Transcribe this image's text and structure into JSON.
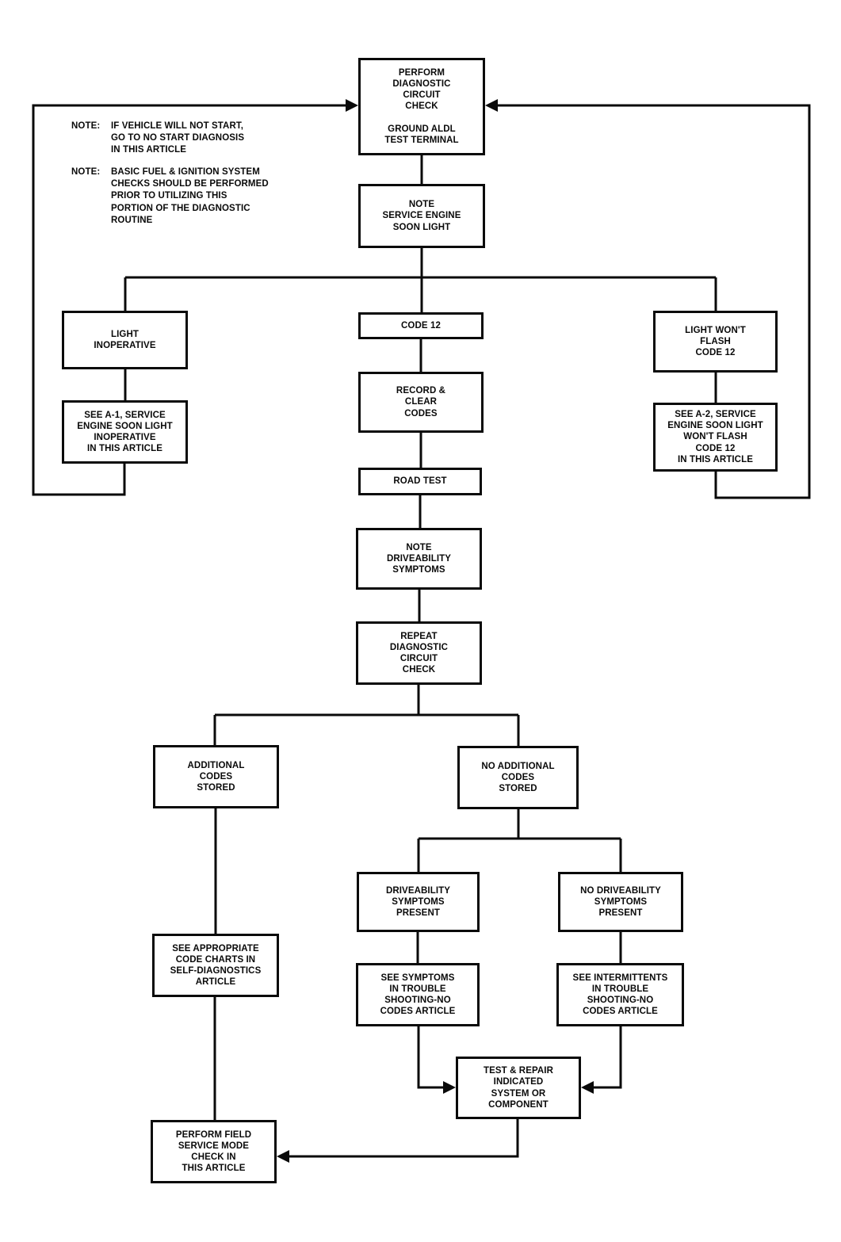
{
  "colors": {
    "background": "#ffffff",
    "line": "#0a0a0a"
  },
  "notes": [
    {
      "label": "NOTE:",
      "text": "IF VEHICLE WILL NOT START,\nGO TO NO START DIAGNOSIS\nIN THIS ARTICLE"
    },
    {
      "label": "NOTE:",
      "text": "BASIC FUEL & IGNITION SYSTEM\nCHECKS SHOULD BE PERFORMED\nPRIOR TO UTILIZING THIS\nPORTION OF THE DIAGNOSTIC\nROUTINE"
    }
  ],
  "nodes": {
    "perform_dcc": "PERFORM\nDIAGNOSTIC\nCIRCUIT\nCHECK\n\nGROUND ALDL\nTEST TERMINAL",
    "note_sel": "NOTE\nSERVICE ENGINE\nSOON LIGHT",
    "light_inop": "LIGHT\nINOPERATIVE",
    "code12": "CODE 12",
    "light_wont_flash": "LIGHT WON'T\nFLASH\nCODE 12",
    "see_a1": "SEE A-1, SERVICE\nENGINE SOON LIGHT\nINOPERATIVE\nIN THIS ARTICLE",
    "record_clear": "RECORD &\nCLEAR\nCODES",
    "see_a2": "SEE A-2, SERVICE\nENGINE SOON LIGHT\nWON'T FLASH\nCODE 12\nIN THIS ARTICLE",
    "road_test": "ROAD TEST",
    "note_driveability": "NOTE\nDRIVEABILITY\nSYMPTOMS",
    "repeat_dcc": "REPEAT\nDIAGNOSTIC\nCIRCUIT\nCHECK",
    "additional_codes": "ADDITIONAL\nCODES\nSTORED",
    "no_additional_codes": "NO ADDITIONAL\nCODES\nSTORED",
    "driveability_present": "DRIVEABILITY\nSYMPTOMS\nPRESENT",
    "no_driveability_present": "NO DRIVEABILITY\nSYMPTOMS\nPRESENT",
    "see_code_charts": "SEE APPROPRIATE\nCODE CHARTS IN\nSELF-DIAGNOSTICS\nARTICLE",
    "see_symptoms": "SEE SYMPTOMS\nIN TROUBLE\nSHOOTING-NO\nCODES ARTICLE",
    "see_intermittents": "SEE INTERMITTENTS\nIN TROUBLE\nSHOOTING-NO\nCODES ARTICLE",
    "test_repair": "TEST & REPAIR\nINDICATED\nSYSTEM OR\nCOMPONENT",
    "perform_field": "PERFORM FIELD\nSERVICE MODE\nCHECK IN\nTHIS ARTICLE"
  },
  "edges": [
    {
      "from": "perform_dcc",
      "to": "note_sel"
    },
    {
      "from": "note_sel",
      "to": "light_inop"
    },
    {
      "from": "note_sel",
      "to": "code12"
    },
    {
      "from": "note_sel",
      "to": "light_wont_flash"
    },
    {
      "from": "light_inop",
      "to": "see_a1"
    },
    {
      "from": "see_a1",
      "to": "perform_dcc",
      "arrow": true
    },
    {
      "from": "code12",
      "to": "record_clear"
    },
    {
      "from": "light_wont_flash",
      "to": "see_a2"
    },
    {
      "from": "see_a2",
      "to": "perform_dcc",
      "arrow": true
    },
    {
      "from": "record_clear",
      "to": "road_test"
    },
    {
      "from": "road_test",
      "to": "note_driveability"
    },
    {
      "from": "note_driveability",
      "to": "repeat_dcc"
    },
    {
      "from": "repeat_dcc",
      "to": "additional_codes"
    },
    {
      "from": "repeat_dcc",
      "to": "no_additional_codes"
    },
    {
      "from": "additional_codes",
      "to": "see_code_charts"
    },
    {
      "from": "no_additional_codes",
      "to": "driveability_present"
    },
    {
      "from": "no_additional_codes",
      "to": "no_driveability_present"
    },
    {
      "from": "driveability_present",
      "to": "see_symptoms"
    },
    {
      "from": "no_driveability_present",
      "to": "see_intermittents"
    },
    {
      "from": "see_symptoms",
      "to": "test_repair",
      "arrow": true
    },
    {
      "from": "see_intermittents",
      "to": "test_repair",
      "arrow": true
    },
    {
      "from": "test_repair",
      "to": "perform_field",
      "arrow": true
    },
    {
      "from": "see_code_charts",
      "to": "perform_field"
    }
  ]
}
